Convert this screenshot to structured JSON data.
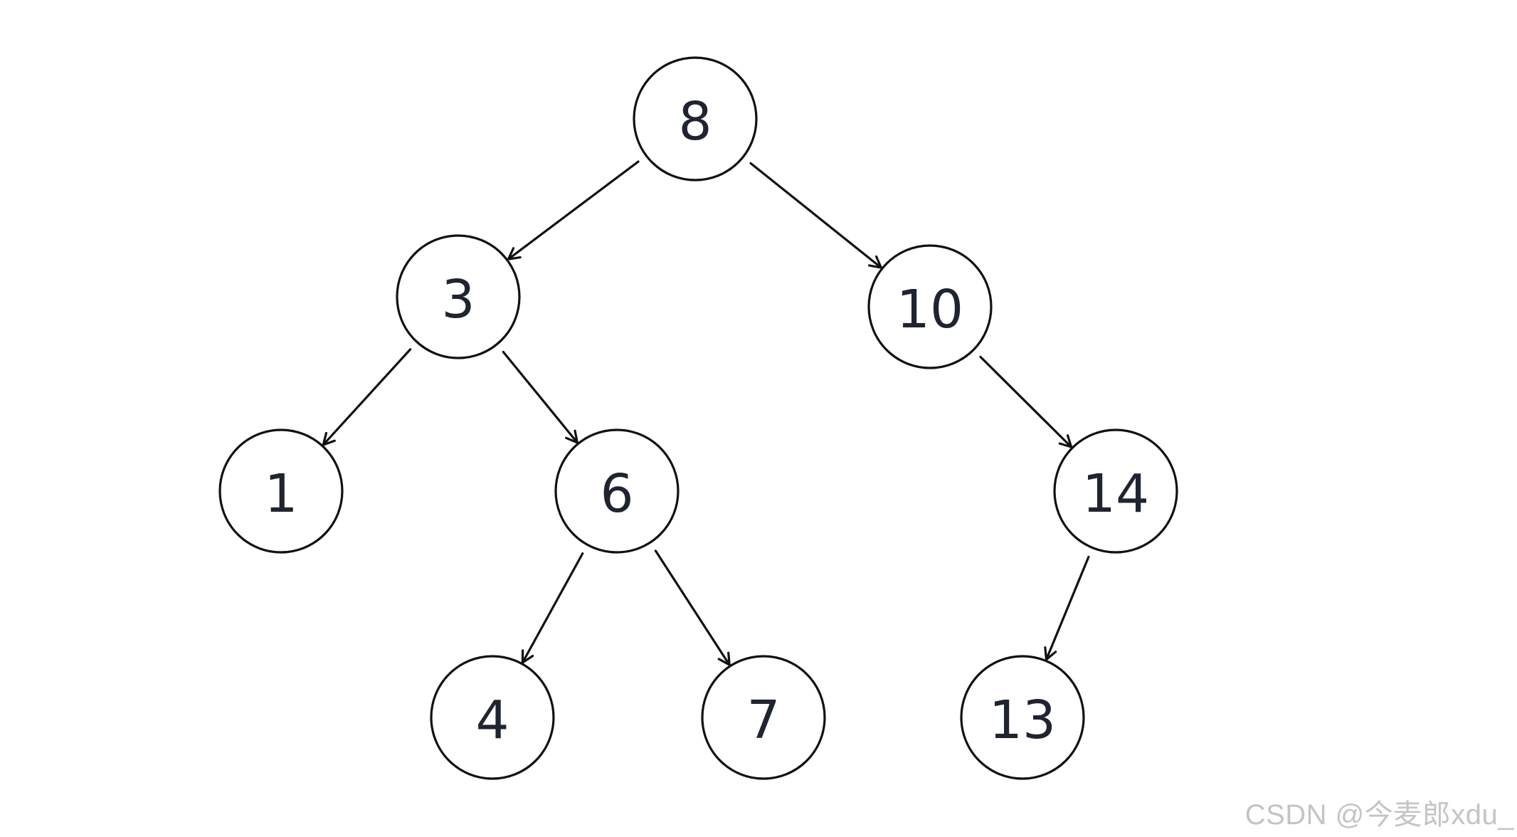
{
  "tree": {
    "nodes": [
      {
        "id": "n8",
        "label": "8"
      },
      {
        "id": "n3",
        "label": "3"
      },
      {
        "id": "n10",
        "label": "10"
      },
      {
        "id": "n1",
        "label": "1"
      },
      {
        "id": "n6",
        "label": "6"
      },
      {
        "id": "n14",
        "label": "14"
      },
      {
        "id": "n4",
        "label": "4"
      },
      {
        "id": "n7",
        "label": "7"
      },
      {
        "id": "n13",
        "label": "13"
      }
    ],
    "edges": [
      {
        "from": "n8",
        "to": "n3"
      },
      {
        "from": "n8",
        "to": "n10"
      },
      {
        "from": "n3",
        "to": "n1"
      },
      {
        "from": "n3",
        "to": "n6"
      },
      {
        "from": "n10",
        "to": "n14"
      },
      {
        "from": "n6",
        "to": "n4"
      },
      {
        "from": "n6",
        "to": "n7"
      },
      {
        "from": "n14",
        "to": "n13"
      }
    ]
  },
  "watermark": {
    "text": "CSDN @今麦郎xdu_"
  }
}
